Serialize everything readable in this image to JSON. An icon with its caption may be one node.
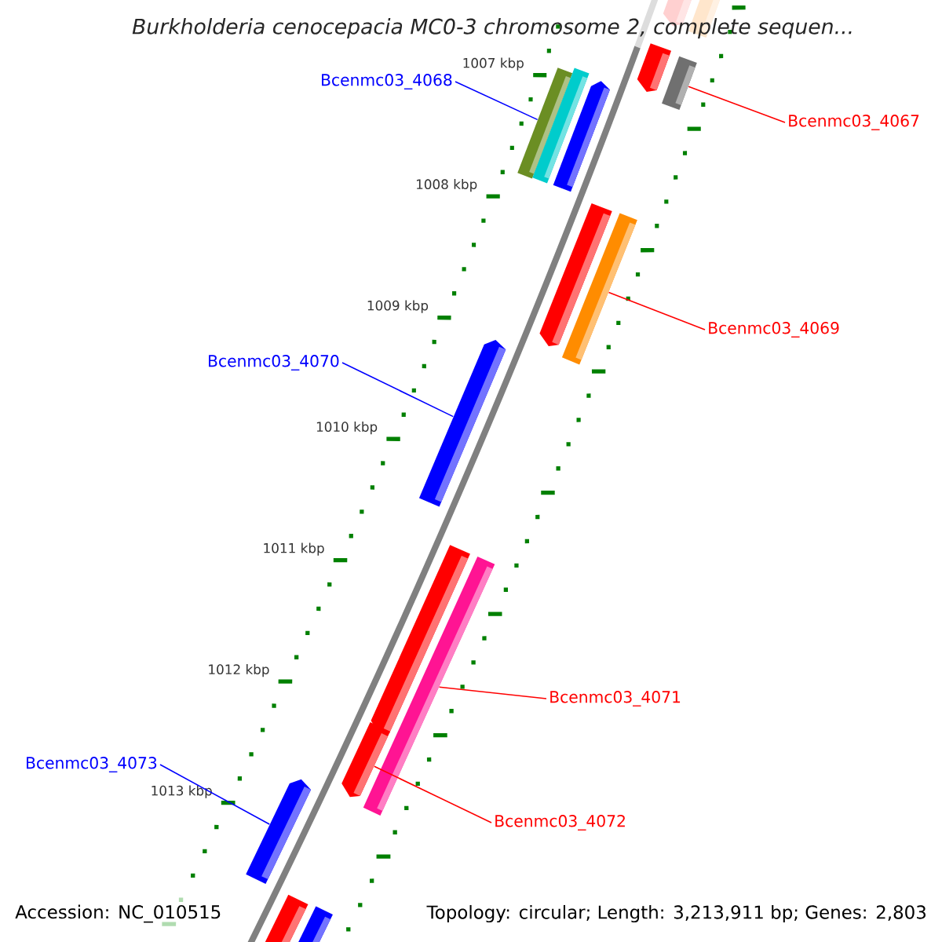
{
  "diagram": {
    "title": "Burkholderia cenocepacia MC0-3 chromosome 2, complete sequen...",
    "nodes": [
      {
        "text": [
          "Bcenmc03_4068"
        ]
      },
      {
        "text": [
          "Bcenmc03_4067"
        ]
      },
      {
        "text": [
          "Bcenmc03_4069"
        ]
      },
      {
        "text": [
          "Bcenmc03_4070"
        ]
      },
      {
        "text": [
          "Bcenmc03_4071"
        ]
      },
      {
        "text": [
          "Bcenmc03_4072"
        ]
      },
      {
        "text": [
          "Bcenmc03_4073"
        ]
      },
      {
        "text": [],
        "shape": "arrow"
      },
      {
        "text": [],
        "shape": "bar"
      },
      {
        "text": [],
        "shape": "arrow"
      },
      {
        "text": [],
        "shape": "bar"
      },
      {
        "text": [],
        "shape": "bar"
      },
      {
        "text": [],
        "shape": "bar"
      },
      {
        "text": [],
        "shape": "arrow"
      },
      {
        "text": [],
        "shape": "arrow"
      },
      {
        "text": [],
        "shape": "bar"
      },
      {
        "text": [],
        "shape": "arrow"
      },
      {
        "text": [],
        "shape": "arrow"
      },
      {
        "text": [],
        "shape": "bar"
      },
      {
        "text": [],
        "shape": "arrow"
      },
      {
        "text": [],
        "shape": "arrow"
      },
      {
        "text": [],
        "shape": "arrow"
      },
      {
        "text": [],
        "shape": "bar"
      }
    ],
    "edges": [
      {
        "from": 0,
        "to": 11,
        "arrow": "none",
        "color": "#0000ff"
      },
      {
        "from": 1,
        "to": 10,
        "arrow": "none",
        "color": "#ff0000"
      },
      {
        "from": 2,
        "to": 15,
        "arrow": "none",
        "color": "#ff0000"
      },
      {
        "from": 3,
        "to": 16,
        "arrow": "none",
        "color": "#0000ff"
      },
      {
        "from": 4,
        "to": 18,
        "arrow": "none",
        "color": "#ff0000"
      },
      {
        "from": 5,
        "to": 19,
        "arrow": "none",
        "color": "#ff0000"
      },
      {
        "from": 6,
        "to": 20,
        "arrow": "none",
        "color": "#0000ff"
      }
    ],
    "labels": [
      "1007 kbp",
      "1008 kbp",
      "1009 kbp",
      "1010 kbp",
      "1011 kbp",
      "1012 kbp",
      "1013 kbp",
      "Accession: NC_010515",
      "Topology: circular; Length: 3,213,911 bp; Genes: 2,803"
    ]
  }
}
